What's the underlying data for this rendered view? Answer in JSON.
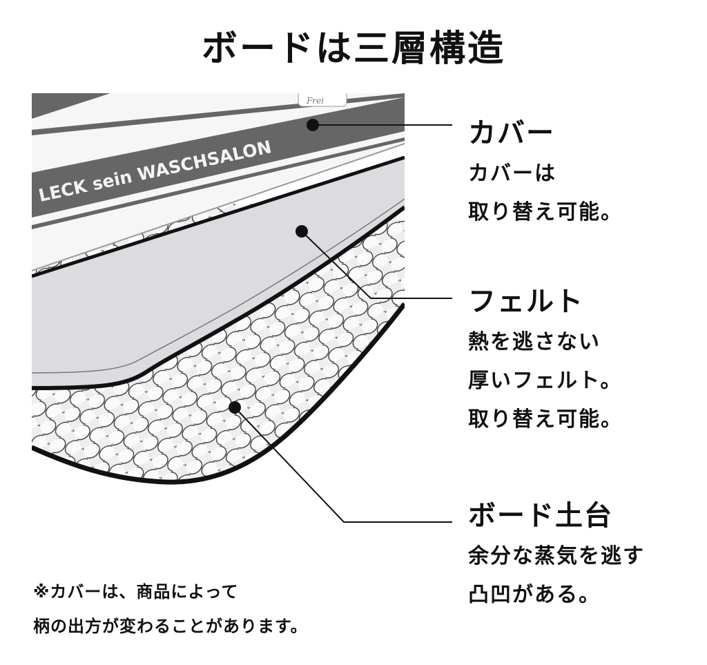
{
  "title": "ボードは三層構造",
  "cover_print": {
    "brand_text": "LECK sein WASCHSALON",
    "corner_text": "Frei"
  },
  "layers": [
    {
      "label": "カバー",
      "description": [
        "カバーは",
        "取り替え可能。"
      ]
    },
    {
      "label": "フェルト",
      "description": [
        "熱を逃さない",
        "厚いフェルト。",
        "取り替え可能。"
      ]
    },
    {
      "label": "ボード土台",
      "description": [
        "余分な蒸気を逃す",
        "凸凹がある。"
      ]
    }
  ],
  "note": [
    "※カバーは、商品によって",
    "柄の出方が変わることがあります。"
  ],
  "colors": {
    "stripe": "#666666",
    "felt": "#dcdce0",
    "board": "#f2f2f2",
    "dot_fill": "#fafafa",
    "outline": "#111111"
  }
}
